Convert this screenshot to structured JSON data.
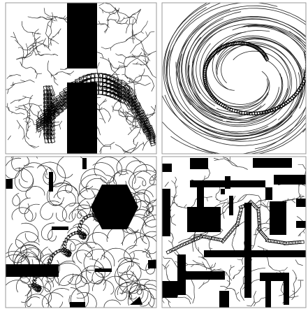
{
  "figure": {
    "panels": [
      {
        "id": "a",
        "description_free": true
      },
      {
        "id": "b",
        "description_free": true
      },
      {
        "id": "c",
        "description_free": true
      },
      {
        "id": "d",
        "description_free": true
      }
    ],
    "colors": {
      "background": "#ffffff",
      "panel_border": "#9a9a9a",
      "obstacle": "#000000",
      "tree": "#2a2a2a",
      "path": "#111111",
      "robot_box": "#000000"
    }
  }
}
